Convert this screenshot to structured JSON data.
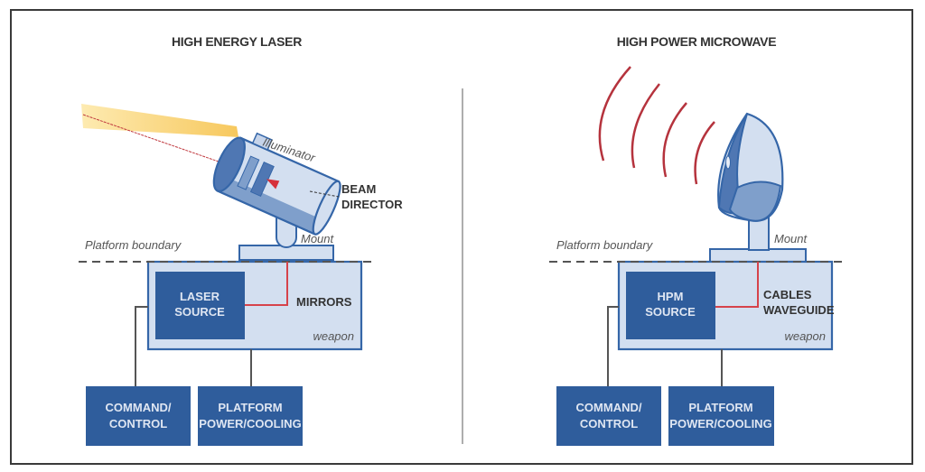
{
  "left_panel": {
    "title": "HIGH ENERGY LASER",
    "illuminator_label": "Illuminator",
    "beam_director_label": [
      "BEAM",
      "DIRECTOR"
    ],
    "mount_label": "Mount",
    "platform_boundary_label": "Platform boundary",
    "source_box": [
      "LASER",
      "SOURCE"
    ],
    "transport_label": [
      "MIRRORS"
    ],
    "weapon_label": "weapon",
    "command_box": [
      "COMMAND/",
      "CONTROL"
    ],
    "power_box": [
      "PLATFORM",
      "POWER/COOLING"
    ]
  },
  "right_panel": {
    "title": "HIGH POWER MICROWAVE",
    "mount_label": "Mount",
    "platform_boundary_label": "Platform boundary",
    "source_box": [
      "HPM",
      "SOURCE"
    ],
    "transport_label": [
      "CABLES",
      "WAVEGUIDE"
    ],
    "weapon_label": "weapon",
    "command_box": [
      "COMMAND/",
      "CONTROL"
    ],
    "power_box": [
      "PLATFORM",
      "POWER/COOLING"
    ]
  },
  "colors": {
    "box_dark": "#2f5d9c",
    "box_light": "#d3dff0",
    "outline": "#3566a8",
    "signal_red": "#c0393f",
    "beam_yellow": "#f7c95a",
    "connector": "#555555"
  }
}
